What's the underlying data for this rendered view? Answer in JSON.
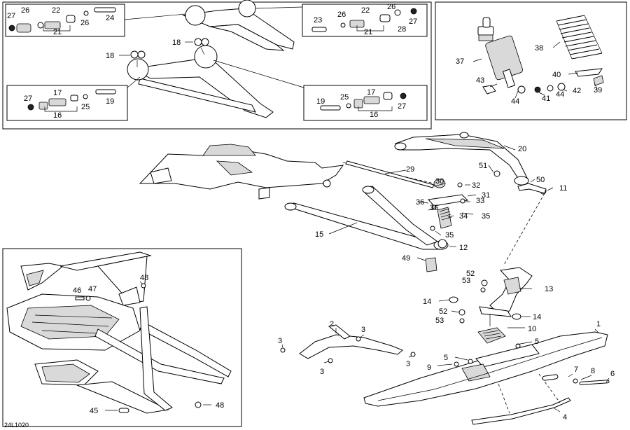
{
  "diagram_code": "24L1020",
  "callouts": {
    "c1": "1",
    "c2": "2",
    "c3": "3",
    "c4": "4",
    "c5": "5",
    "c6": "6",
    "c7": "7",
    "c8": "8",
    "c9": "9",
    "c10": "10",
    "c11": "11",
    "c12": "12",
    "c13": "13",
    "c14": "14",
    "c15": "15",
    "c16": "16",
    "c17": "17",
    "c18": "18",
    "c19": "19",
    "c20": "20",
    "c21": "21",
    "c22": "22",
    "c23": "23",
    "c24": "24",
    "c25": "25",
    "c26": "26",
    "c27": "27",
    "c28": "28",
    "c29": "29",
    "c30": "30",
    "c31": "31",
    "c32": "32",
    "c33": "33",
    "c34": "34",
    "c35": "35",
    "c36": "36",
    "c37": "37",
    "c38": "38",
    "c39": "39",
    "c40": "40",
    "c41": "41",
    "c42": "42",
    "c43": "43",
    "c44": "44",
    "c45": "45",
    "c46": "46",
    "c47": "47",
    "c48": "48",
    "c49": "49",
    "c50": "50",
    "c51": "51",
    "c52": "52",
    "c53": "53"
  }
}
